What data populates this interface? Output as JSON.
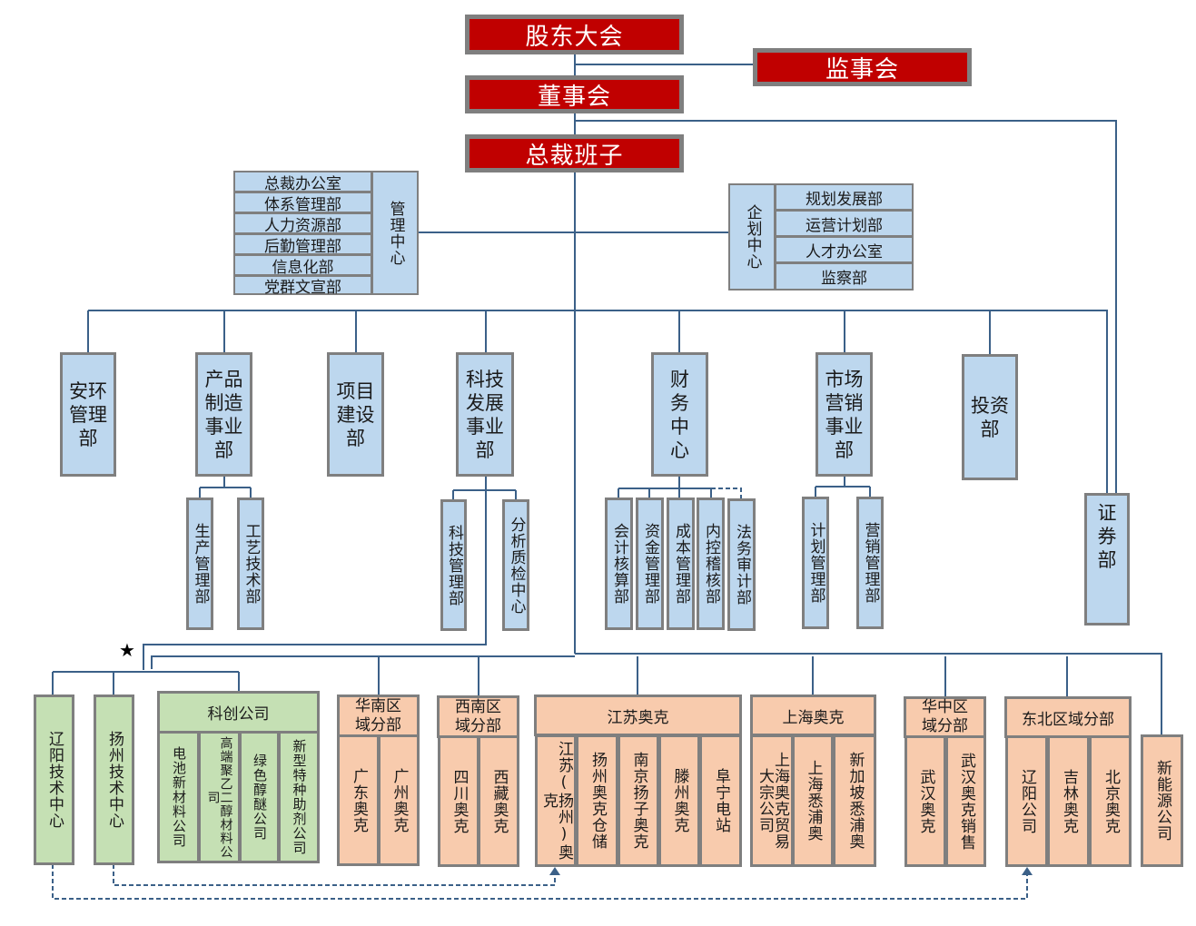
{
  "colors": {
    "governance": "#c00000",
    "department": "#bdd7ee",
    "tech": "#c5e0b4",
    "subsidiary": "#f8cbad",
    "border": "#7f7f7f",
    "line": "#3b6088"
  },
  "governance": {
    "shareholders": "股东大会",
    "supervisors": "监事会",
    "board": "董事会",
    "executive": "总裁班子"
  },
  "management_center": {
    "label": "管理中心",
    "items": [
      "总裁办公室",
      "体系管理部",
      "人力资源部",
      "后勤管理部",
      "信息化部",
      "党群文宣部"
    ]
  },
  "planning_center": {
    "label": "企划中心",
    "items": [
      "规划发展部",
      "运营计划部",
      "人才办公室",
      "监察部"
    ]
  },
  "departments": [
    {
      "label": "安环管理部",
      "lines": [
        "安环",
        "管理",
        "部"
      ]
    },
    {
      "label": "产品制造事业部",
      "lines": [
        "产品",
        "制造",
        "事业",
        "部"
      ],
      "children": [
        "生产管理部",
        "工艺技术部"
      ]
    },
    {
      "label": "项目建设部",
      "lines": [
        "项目",
        "建设",
        "部"
      ]
    },
    {
      "label": "科技发展事业部",
      "lines": [
        "科技",
        "发展",
        "事业",
        "部"
      ],
      "children": [
        "科技管理部",
        "分析质检中心"
      ]
    },
    {
      "label": "财务中心",
      "lines": [
        "财",
        "务",
        "中",
        "心"
      ],
      "children": [
        "会计核算部",
        "资金管理部",
        "成本管理部",
        "内控稽核部",
        "法务审计部"
      ]
    },
    {
      "label": "市场营销事业部",
      "lines": [
        "市场",
        "营销",
        "事业",
        "部"
      ],
      "children": [
        "计划管理部",
        "营销管理部"
      ]
    },
    {
      "label": "投资部",
      "lines": [
        "投资",
        "部"
      ]
    },
    {
      "label": "证券部",
      "lines": [
        "证",
        "券",
        "部"
      ]
    }
  ],
  "tech_units": {
    "marker": "★",
    "centers": [
      "辽阳技术中心",
      "扬州技术中心"
    ],
    "kechuang": {
      "label": "科创公司",
      "children": [
        "电池新材料公司",
        "高端聚乙二醇材料公司",
        "绿色醇醚公司",
        "新型特种助剂公司"
      ]
    }
  },
  "subsidiaries": [
    {
      "label": "华南区域分部",
      "lines": [
        "华南区",
        "域分部"
      ],
      "children": [
        "广东奥克",
        "广州奥克"
      ]
    },
    {
      "label": "西南区域分部",
      "lines": [
        "西南区",
        "域分部"
      ],
      "children": [
        "四川奥克",
        "西藏奥克"
      ]
    },
    {
      "label": "江苏奥克",
      "lines": [
        "江苏奥克"
      ],
      "children": [
        "江苏(扬州)奥克",
        "扬州奥克仓储",
        "南京扬子奥克",
        "滕州奥克",
        "阜宁电站"
      ]
    },
    {
      "label": "上海奥克",
      "lines": [
        "上海奥克"
      ],
      "children": [
        "上海奥克贸易 大宗公司",
        "上海悉浦奥",
        "新加坡悉浦奥"
      ]
    },
    {
      "label": "华中区域分部",
      "lines": [
        "华中区",
        "域分部"
      ],
      "children": [
        "武汉奥克",
        "武汉奥克销售"
      ]
    },
    {
      "label": "东北区域分部",
      "lines": [
        "东北区域分部"
      ],
      "children": [
        "辽阳公司",
        "吉林奥克",
        "北京奥克"
      ]
    },
    {
      "label": "新能源公司",
      "lines": [
        "新能源公司"
      ]
    }
  ]
}
